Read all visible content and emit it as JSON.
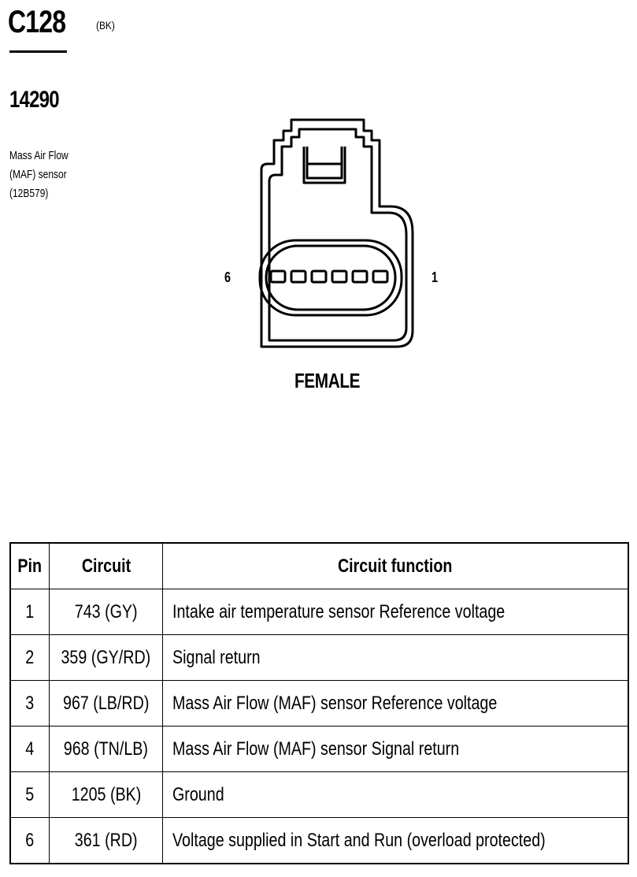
{
  "connector": {
    "id": "C128",
    "color": "(BK)",
    "part_number": "14290",
    "description_lines": [
      "Mass Air Flow",
      "(MAF) sensor",
      "(12B579)"
    ]
  },
  "diagram": {
    "left_pin_label": "6",
    "right_pin_label": "1",
    "gender": "FEMALE",
    "pin_count": 6
  },
  "table": {
    "headers": [
      "Pin",
      "Circuit",
      "Circuit function"
    ],
    "rows": [
      {
        "pin": "1",
        "circuit": "743 (GY)",
        "function": "Intake air temperature sensor Reference voltage"
      },
      {
        "pin": "2",
        "circuit": "359 (GY/RD)",
        "function": "Signal return"
      },
      {
        "pin": "3",
        "circuit": "967 (LB/RD)",
        "function": "Mass Air Flow (MAF) sensor  Reference voltage"
      },
      {
        "pin": "4",
        "circuit": "968 (TN/LB)",
        "function": "Mass Air Flow (MAF) sensor  Signal return"
      },
      {
        "pin": "5",
        "circuit": "1205 (BK)",
        "function": "Ground"
      },
      {
        "pin": "6",
        "circuit": "361 (RD)",
        "function": "Voltage supplied in Start and Run (overload protected)"
      }
    ]
  }
}
